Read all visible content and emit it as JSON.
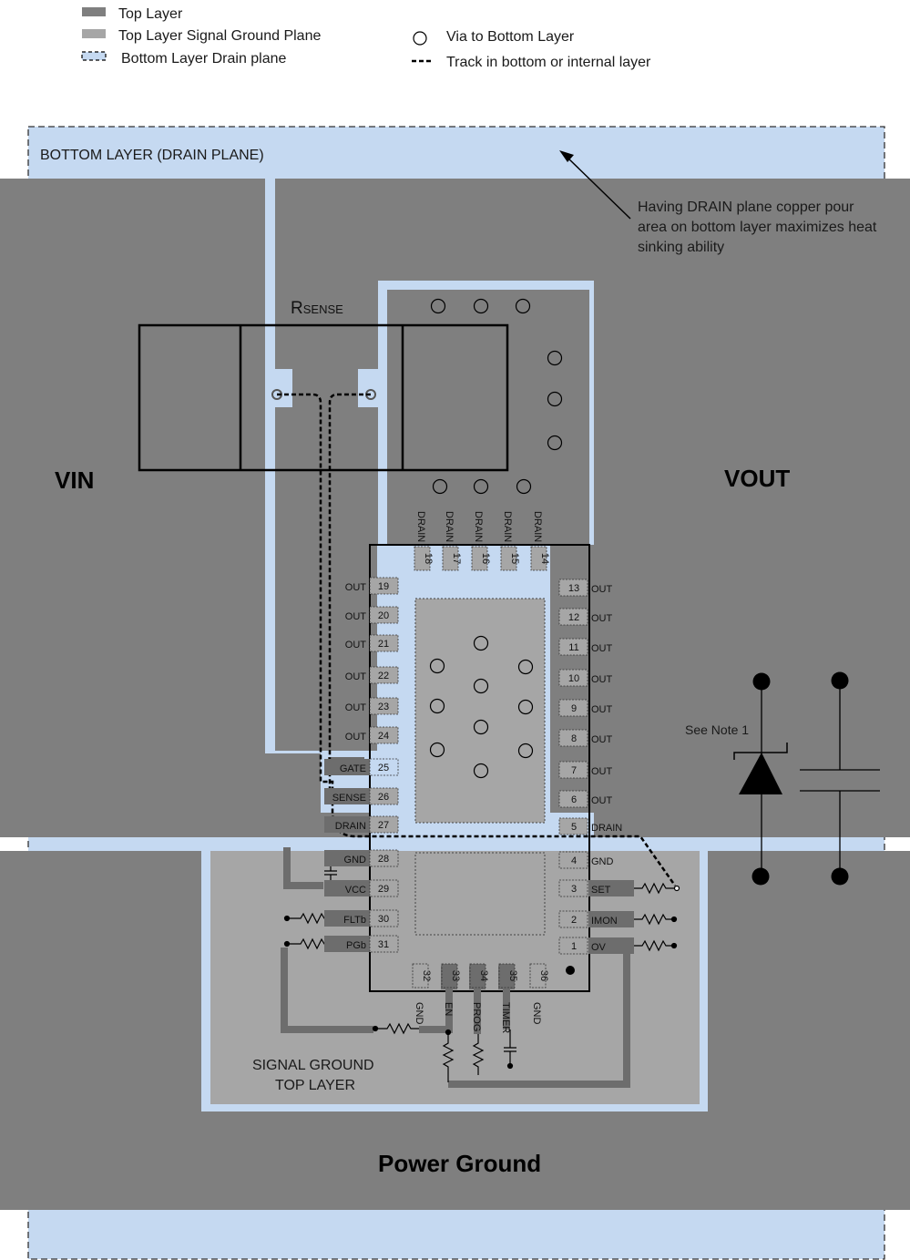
{
  "legend": {
    "top_layer": "Top Layer",
    "signal_ground": "Top Layer Signal Ground Plane",
    "drain_plane": "Bottom Layer Drain plane",
    "via": "Via to Bottom Layer",
    "track": "Track in bottom or internal layer"
  },
  "labels": {
    "bottom_layer": "BOTTOM LAYER (DRAIN PLANE)",
    "note": [
      "Having DRAIN plane copper pour",
      "area on bottom layer maximizes heat",
      "sinking ability"
    ],
    "rsense_r": "R",
    "rsense_sub": "SENSE",
    "vin": "VIN",
    "vout": "VOUT",
    "see_note": "See Note 1",
    "signal_ground": [
      "SIGNAL GROUND",
      "TOP LAYER"
    ],
    "power_ground": "Power Ground"
  },
  "pins": {
    "top": [
      {
        "num": "18",
        "name": "DRAIN"
      },
      {
        "num": "17",
        "name": "DRAIN"
      },
      {
        "num": "16",
        "name": "DRAIN"
      },
      {
        "num": "15",
        "name": "DRAIN"
      },
      {
        "num": "14",
        "name": "DRAIN"
      }
    ],
    "left": [
      {
        "num": "19",
        "name": "OUT"
      },
      {
        "num": "20",
        "name": "OUT"
      },
      {
        "num": "21",
        "name": "OUT"
      },
      {
        "num": "22",
        "name": "OUT"
      },
      {
        "num": "23",
        "name": "OUT"
      },
      {
        "num": "24",
        "name": "OUT"
      },
      {
        "num": "25",
        "name": "GATE"
      },
      {
        "num": "26",
        "name": "SENSE"
      },
      {
        "num": "27",
        "name": "DRAIN"
      },
      {
        "num": "28",
        "name": "GND"
      },
      {
        "num": "29",
        "name": "VCC"
      },
      {
        "num": "30",
        "name": "FLTb"
      },
      {
        "num": "31",
        "name": "PGb"
      }
    ],
    "right": [
      {
        "num": "13",
        "name": "OUT"
      },
      {
        "num": "12",
        "name": "OUT"
      },
      {
        "num": "11",
        "name": "OUT"
      },
      {
        "num": "10",
        "name": "OUT"
      },
      {
        "num": "9",
        "name": "OUT"
      },
      {
        "num": "8",
        "name": "OUT"
      },
      {
        "num": "7",
        "name": "OUT"
      },
      {
        "num": "6",
        "name": "OUT"
      },
      {
        "num": "5",
        "name": "DRAIN"
      },
      {
        "num": "4",
        "name": "GND"
      },
      {
        "num": "3",
        "name": "SET"
      },
      {
        "num": "2",
        "name": "IMON"
      },
      {
        "num": "1",
        "name": "OV"
      }
    ],
    "bottom": [
      {
        "num": "32",
        "name": "GND"
      },
      {
        "num": "33",
        "name": "EN"
      },
      {
        "num": "34",
        "name": "PROG"
      },
      {
        "num": "35",
        "name": "TIMER"
      },
      {
        "num": "36",
        "name": "GND"
      }
    ]
  },
  "colors": {
    "top_layer": "#7f7f7f",
    "signal_ground": "#a6a6a6",
    "drain_plane": "#c5d9f1",
    "dark_pad": "#6d6d6d",
    "line": "#000000"
  }
}
